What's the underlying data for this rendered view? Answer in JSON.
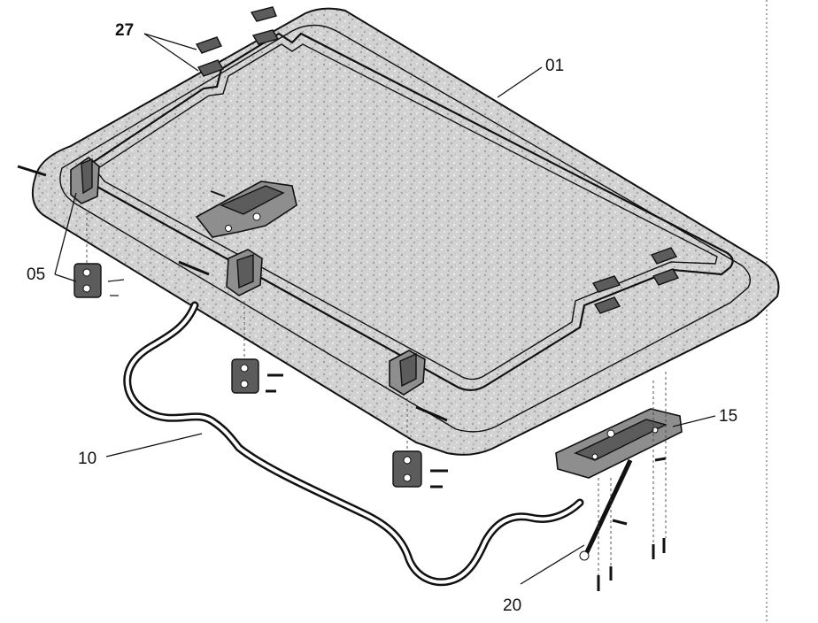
{
  "callouts": {
    "c01": "01",
    "c05": "05",
    "c10": "10",
    "c15": "15",
    "c20": "20",
    "c27": "27"
  },
  "colors": {
    "panel_fill": "#cfcfcf",
    "line": "#111111",
    "part": "#8e8e8e"
  },
  "icons": {
    "hinge": "hinge-icon",
    "latch": "latch-icon",
    "screw": "screw-icon"
  }
}
